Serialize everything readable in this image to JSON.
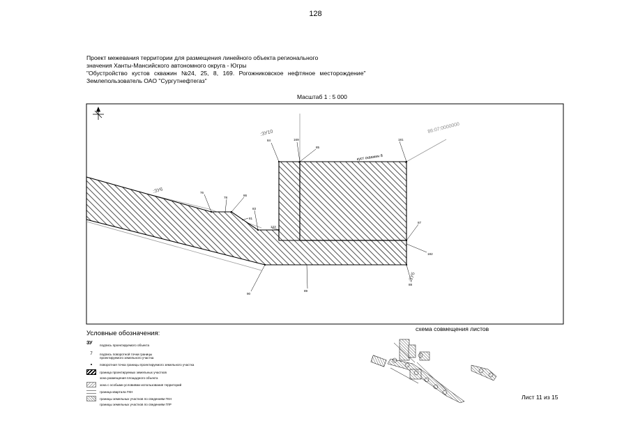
{
  "page_number": "128",
  "header": {
    "line1": "Проект межевания территории для размещения линейного объекта регионального",
    "line2": "значения Ханты-Мансийского автономного округа - Югры",
    "line3": "\"Обустройство кустов скважин №24, 25, 8, 169. Рогожниковское нефтяное месторождение\"",
    "line4": "Землепользователь ОАО \"Сургутнефтегаз\""
  },
  "scale_label": "Масштаб 1 : 5 000",
  "map": {
    "cadastral_number": "86:07:0000000",
    "pad_label": "куст скважин 8",
    "zone_labels": [
      ":ЗУ10",
      ":ЗУ6",
      ":ЗУ6"
    ],
    "points": [
      "84",
      "169",
      "85",
      "181",
      "76",
      "78",
      "86",
      "83",
      "81",
      "123",
      "87",
      "182",
      "90",
      "89",
      "88"
    ]
  },
  "legend": {
    "title": "Условные обозначения:",
    "zu_symbol": "ЗУ",
    "zu_text": "подпись проектируемого объекта",
    "point_number_symbol": "7",
    "items": [
      "подпись поворотной точки границы",
      "проектируемого земельного участка",
      "поворотная точка границы проектируемого земельного участка",
      "граница проектируемых земельных участков",
      "зона размещения площадного объекта",
      "зона с особыми условиями использования территорий",
      "граница квартала ГКН",
      "границы земельных участков по сведениям ГКН",
      "границы земельных участков по сведениям ГЛР"
    ]
  },
  "scheme_title": "схема совмещения листов",
  "sheet_label": "Лист 11 из 15",
  "colors": {
    "line": "#000000",
    "hatch": "#222222",
    "boundary_gray": "#9a9a9a"
  }
}
